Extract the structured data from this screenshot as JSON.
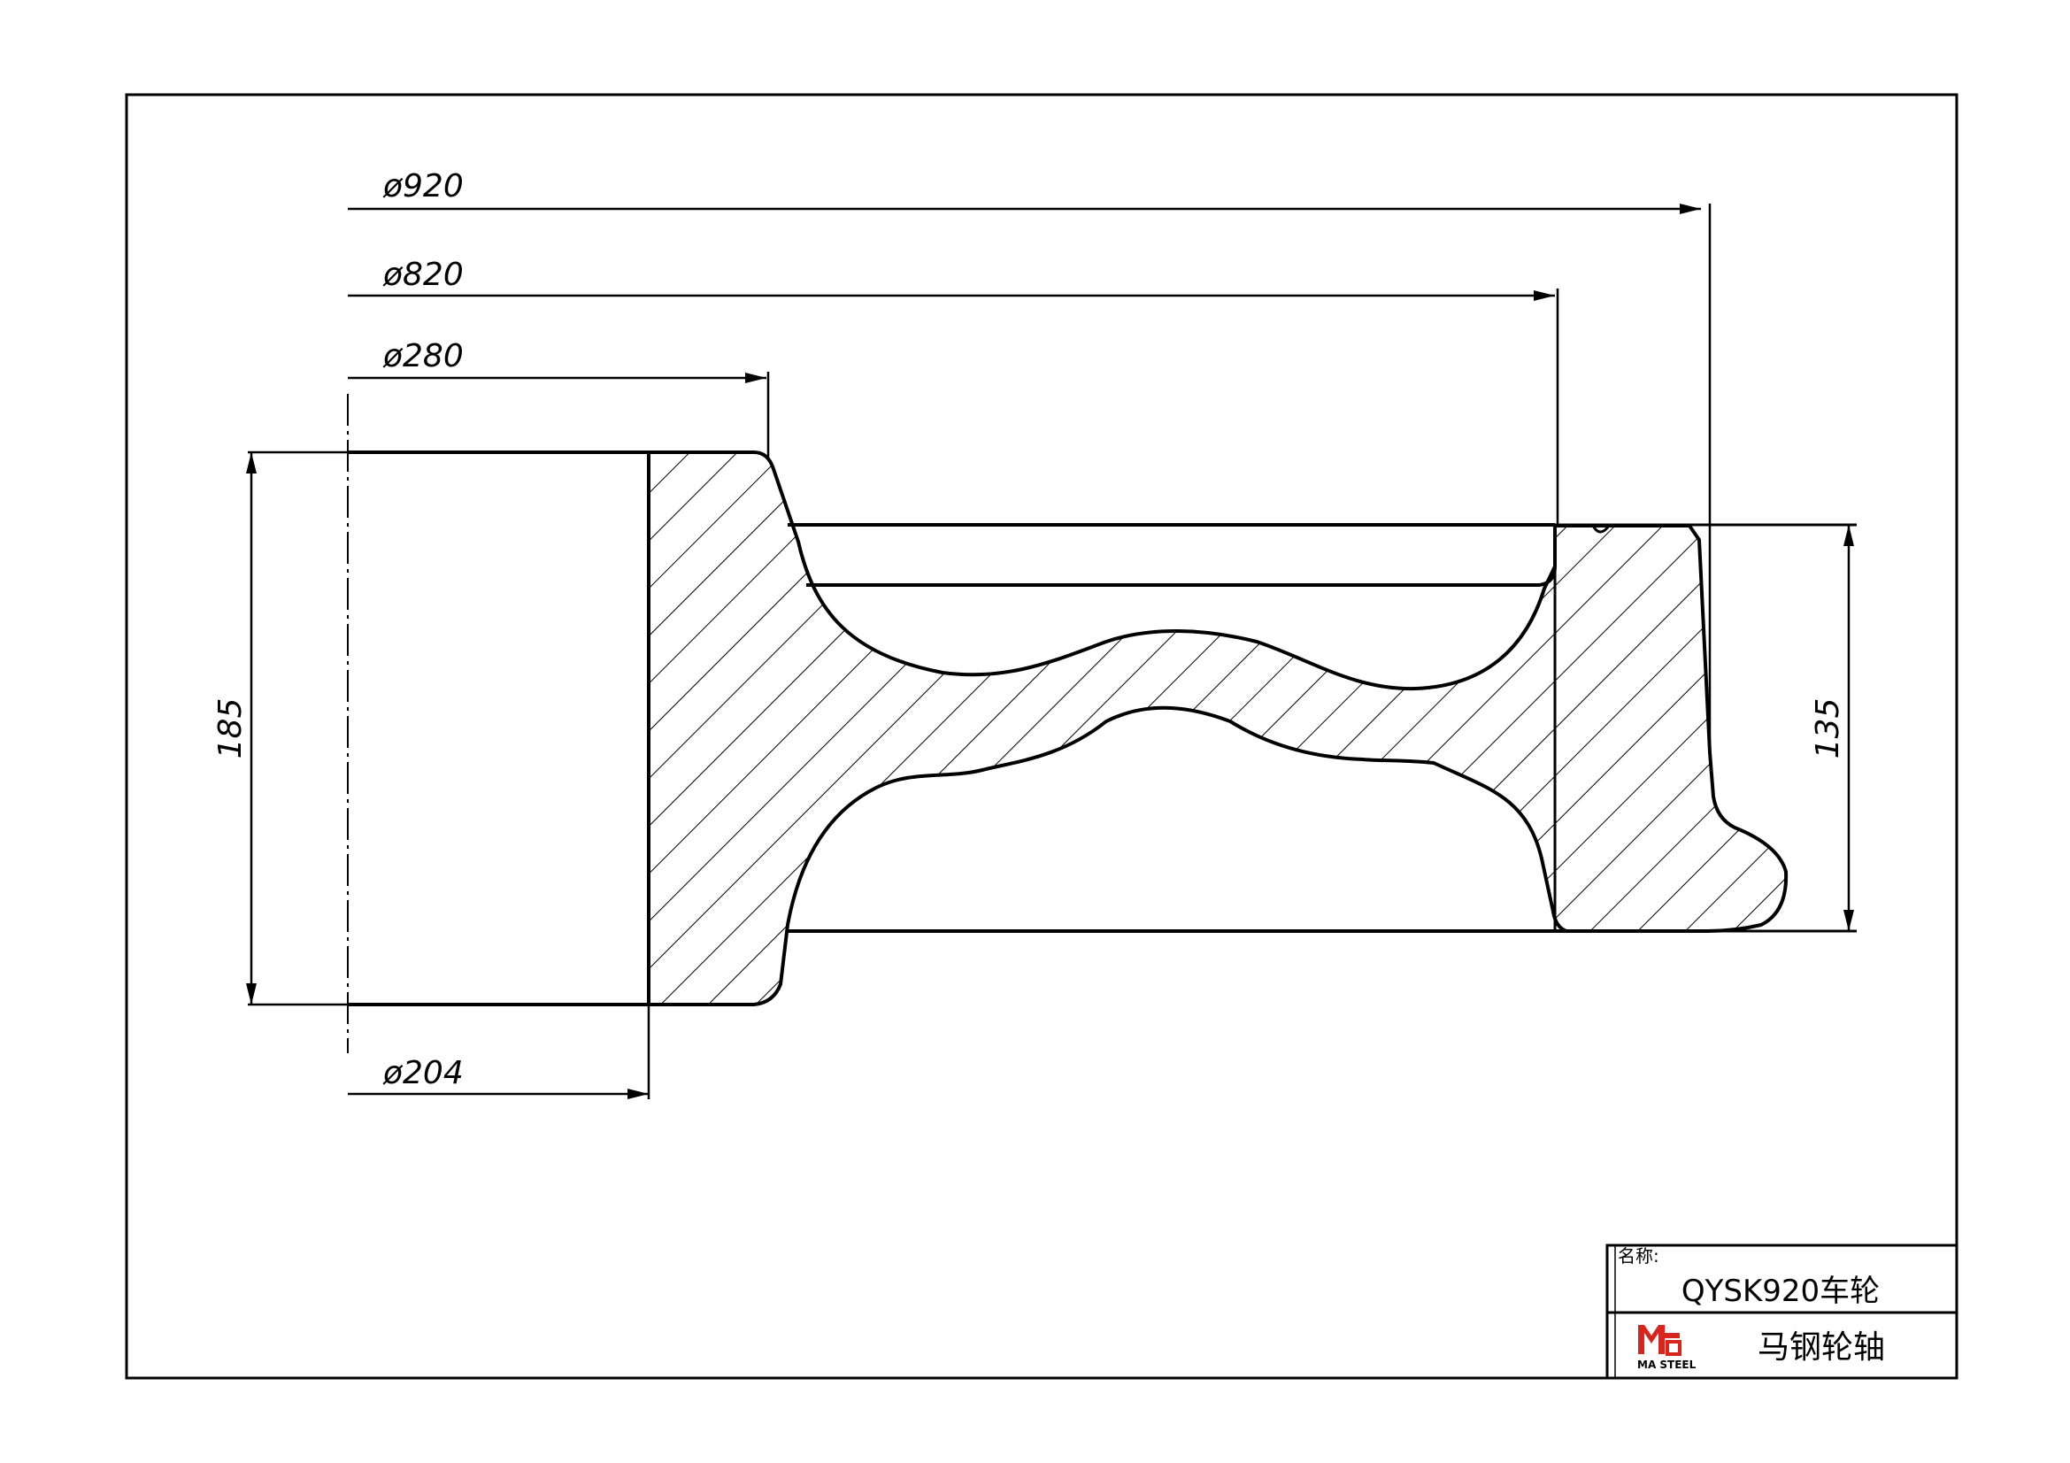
{
  "dimensions": {
    "d920": "ø920",
    "d820": "ø820",
    "d280": "ø280",
    "d204": "ø204",
    "h185": "185",
    "h135": "135"
  },
  "title_block": {
    "name_label": "名称:",
    "part_name": "QYSK920车轮",
    "company": "马钢轮轴",
    "logo_text": "MA STEEL"
  },
  "colors": {
    "line": "#000000",
    "background": "#ffffff",
    "logo": "#d7261e"
  }
}
